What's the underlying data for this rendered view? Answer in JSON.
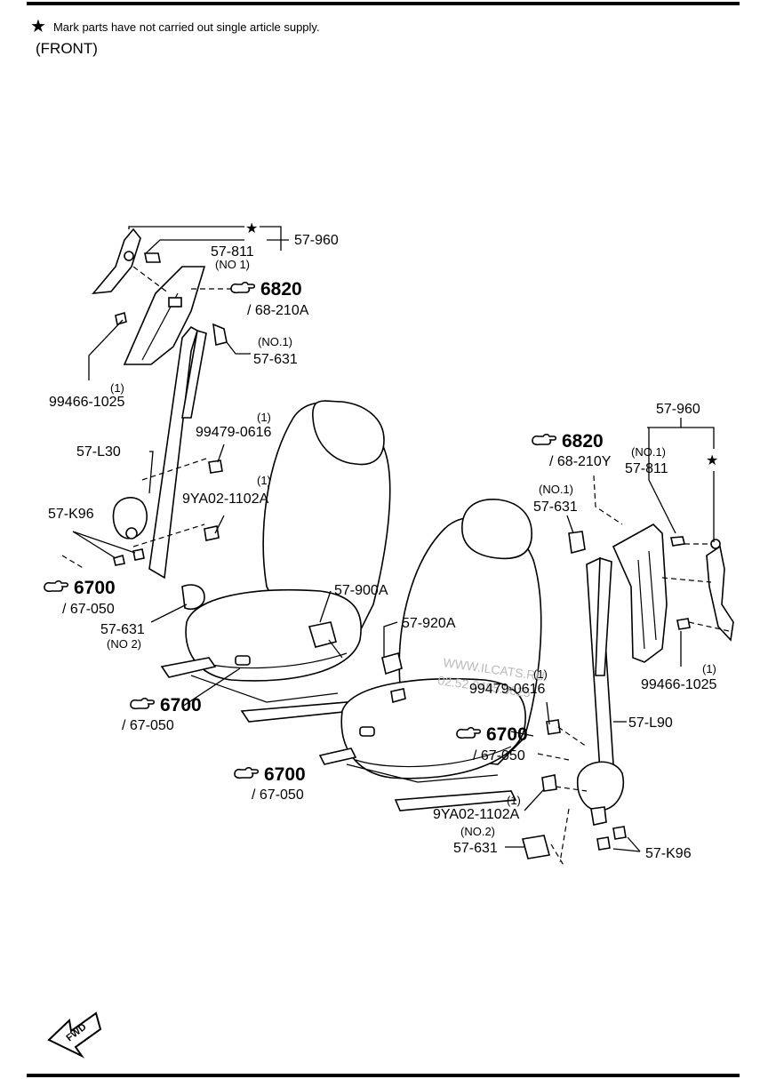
{
  "header": {
    "star_symbol": "★",
    "note": "Mark parts have not carried out single article supply.",
    "view": "(FRONT)"
  },
  "watermark": {
    "line1": "WWW.ILCATS.RU",
    "line2": "02.52.0495.0025"
  },
  "left": {
    "star": "★",
    "p57_960": "57-960",
    "p57_811": "57-811",
    "p57_811_note": "(NO 1)",
    "ref6820_num": "6820",
    "ref6820_sub": "/ 68-210A",
    "p57_631_note": "(NO.1)",
    "p57_631": "57-631",
    "p99466_qty": "(1)",
    "p99466": "99466-1025",
    "p99479_qty": "(1)",
    "p99479": "99479-0616",
    "pL30": "57-L30",
    "p9YA02_qty": "(1)",
    "p9YA02": "9YA02-1102A",
    "pK96": "57-K96",
    "ref6700a_num": "6700",
    "ref6700a_sub": "/ 67-050",
    "p57_631b": "57-631",
    "p57_631b_note": "(NO 2)",
    "p900A": "57-900A",
    "ref6700b_num": "6700",
    "ref6700b_sub": "/ 67-050"
  },
  "right": {
    "p57_960": "57-960",
    "ref6820_num": "6820",
    "ref6820_sub": "/ 68-210Y",
    "p57_811_note": "(NO.1)",
    "p57_811": "57-811",
    "star": "★",
    "p57_631_note": "(NO.1)",
    "p57_631": "57-631",
    "p920A": "57-920A",
    "p99466_qty": "(1)",
    "p99466": "99466-1025",
    "p99479_qty": "(1)",
    "p99479": "99479-0616",
    "pL90": "57-L90",
    "ref6700a_num": "6700",
    "ref6700a_sub": "/ 67-050",
    "ref6700b_num": "6700",
    "ref6700b_sub": "/ 67-050",
    "p9YA02_qty": "(1)",
    "p9YA02": "9YA02-1102A",
    "p57_631b_note": "(NO.2)",
    "p57_631b": "57-631",
    "pK96": "57-K96"
  },
  "fwd": "FWD"
}
